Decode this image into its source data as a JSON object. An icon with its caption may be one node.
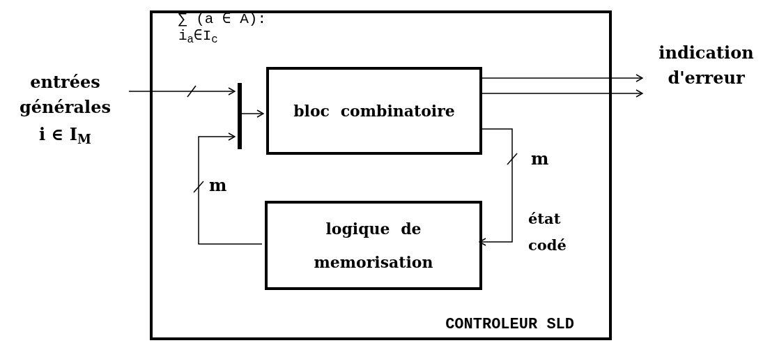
{
  "diagram": {
    "nodes": [
      {
        "text": [
          "CONTROLEUR SLD"
        ]
      },
      {
        "text": [
          "bloc combinatoire"
        ],
        "in": 0
      },
      {
        "text": [
          "logique de memorisation"
        ],
        "in": 0
      },
      {
        "text": [],
        "shape": "bar",
        "in": 0
      },
      {
        "text": [
          "entrées générales",
          "i ∈ I$_{M}$"
        ]
      },
      {
        "text": [
          "indication d'erreur"
        ]
      }
    ],
    "edges": [
      {
        "from": 4,
        "to": 3,
        "arrow": "to"
      },
      {
        "from": 3,
        "to": 1,
        "arrow": "to"
      },
      {
        "from": 2,
        "to": 3,
        "arrow": "to",
        "label": "m"
      },
      {
        "from": 1,
        "to": 2,
        "arrow": "to",
        "label": "m"
      },
      {
        "from": 1,
        "to": 5,
        "arrow": "to"
      },
      {
        "from": 1,
        "to": 5,
        "arrow": "to"
      }
    ],
    "labels": [
      "∑ (a ∈ A): i$_{a}$∈I$_{c}$",
      "état codé"
    ]
  }
}
